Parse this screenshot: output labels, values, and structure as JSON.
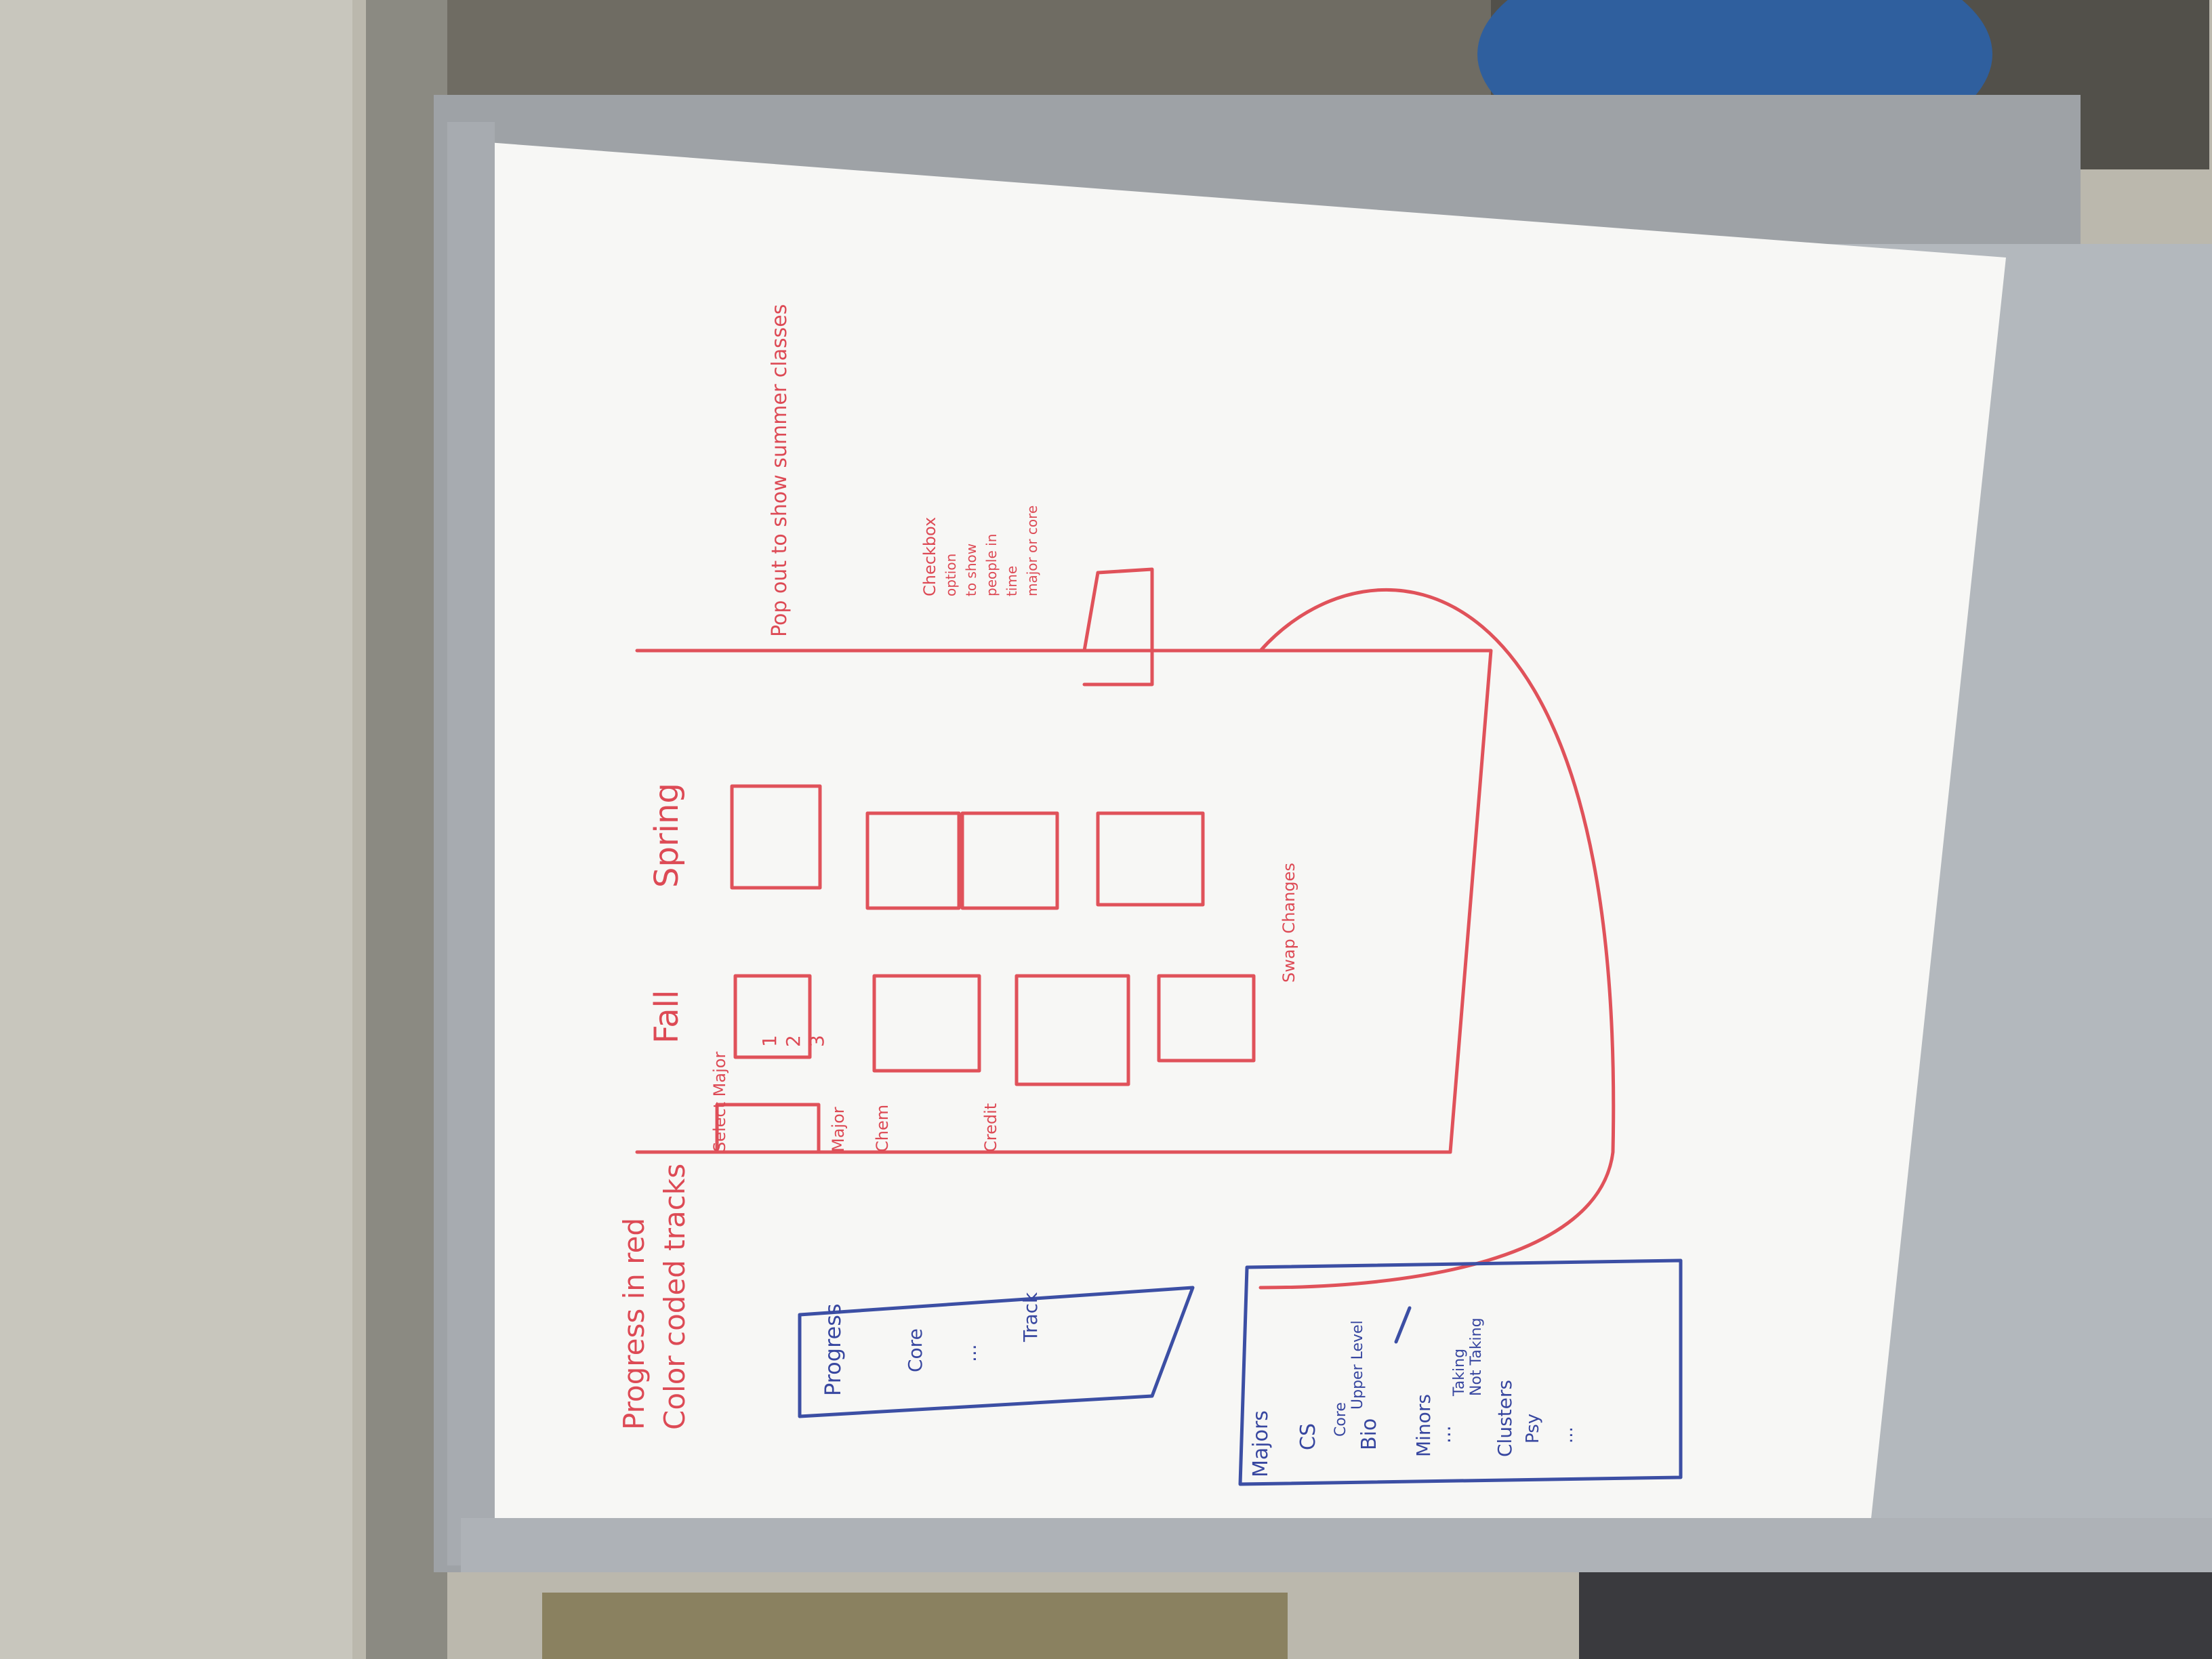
{
  "whiteboard_sketch": {
    "top_sketch": {
      "semesters": [
        "Fall",
        "Spring"
      ],
      "fall_course_numbers": [
        "1",
        "2",
        "3"
      ],
      "sidebar": {
        "heading": "Select Major",
        "sections": [
          "Major",
          "Chem"
        ],
        "footer_button": "Credit"
      },
      "annotation_popup": "Pop out to show summer classes",
      "annotation_checkbox": [
        "Checkbox",
        "option",
        "to show",
        "people in",
        "time",
        "major or core"
      ],
      "annotation_drag": "Swap Changes"
    },
    "left_notes": {
      "line1": "Progress in red",
      "line2": "Color coded tracks"
    },
    "progress_panel": {
      "title": "Progress",
      "items": [
        "Core",
        "...",
        "Track"
      ]
    },
    "majors_panel": {
      "majors_heading": "Majors",
      "majors": [
        "CS",
        "Bio"
      ],
      "cs_subitems": [
        "Core",
        "Upper Level"
      ],
      "taking_options": [
        "Taking",
        "Not Taking"
      ],
      "minors_heading": "Minors",
      "minors_more": "...",
      "clusters_heading": "Clusters",
      "clusters": [
        "Psy",
        "..."
      ]
    }
  }
}
